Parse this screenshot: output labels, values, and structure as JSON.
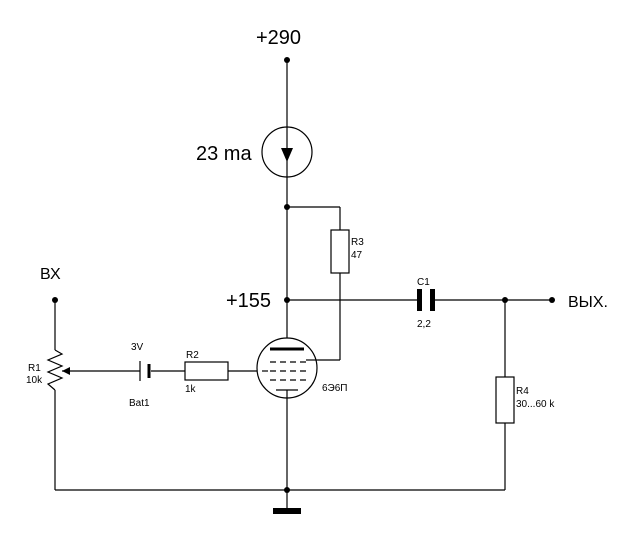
{
  "labels": {
    "supply_voltage": "+290",
    "current_source": "23 ma",
    "anode_voltage": "+155",
    "input": "ВХ",
    "output": "ВЫХ.",
    "r1_name": "R1",
    "r1_value": "10k",
    "bat1_voltage": "3V",
    "bat1_name": "Bat1",
    "r2_name": "R2",
    "r2_value": "1k",
    "r3_name": "R3",
    "r3_value": "47",
    "c1_name": "C1",
    "c1_value": "2,2",
    "tube_type": "6Э6П",
    "r4_name": "R4",
    "r4_value": "30...60 k"
  }
}
